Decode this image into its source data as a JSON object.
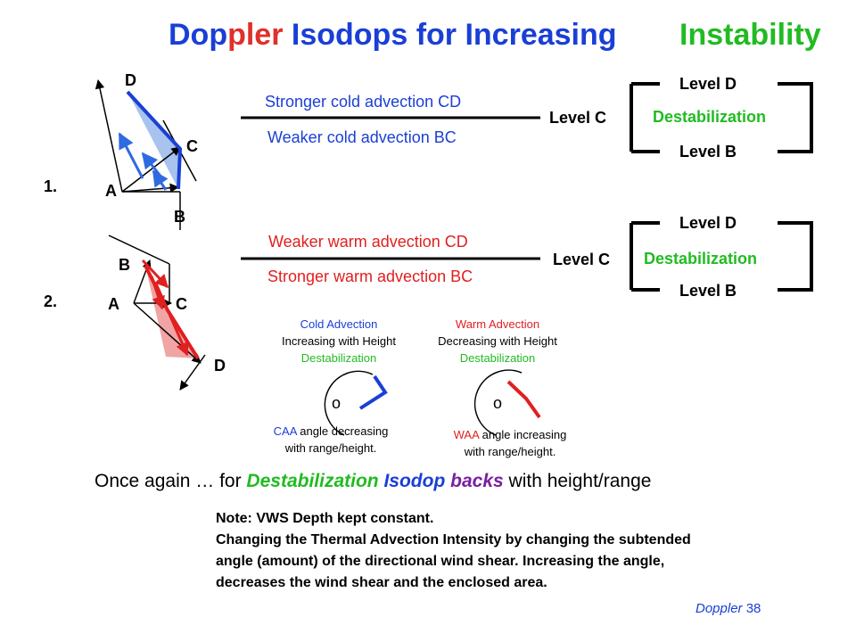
{
  "title": {
    "part1": "Dop",
    "part2": "pler",
    "part3": " Isodops",
    "part4": " for Increasing",
    "part5": "Instability",
    "colors": {
      "part1": "#1a3fd6",
      "part2": "#e0302a",
      "part3": "#1a3fd6",
      "part4": "#1a3fd6",
      "part5": "#22bb22"
    }
  },
  "case1": {
    "number": "1.",
    "labels": {
      "a": "A",
      "b": "B",
      "c": "C",
      "d": "D"
    },
    "upper_text": "Stronger cold advection CD",
    "lower_text": "Weaker cold advection BC",
    "level_c": "Level C",
    "level_d": "Level D",
    "level_b": "Level B",
    "result": "Destabilization",
    "color": "#1a3fd6"
  },
  "case2": {
    "number": "2.",
    "labels": {
      "a": "A",
      "b": "B",
      "c": "C",
      "d": "D"
    },
    "upper_text": "Weaker warm advection CD",
    "lower_text": "Stronger warm advection BC",
    "level_c": "Level C",
    "level_d": "Level D",
    "level_b": "Level B",
    "result": "Destabilization",
    "color": "#e02020"
  },
  "cold_panel": {
    "line1": "Cold Advection",
    "line2": "Increasing with Height",
    "line3": "Destabilization",
    "center": "o",
    "caption_colored": "CAA",
    "caption_rest": " angle decreasing",
    "caption_line2": "with range/height."
  },
  "warm_panel": {
    "line1": "Warm Advection",
    "line2": "Decreasing with Height",
    "line3": "Destabilization",
    "center": "o",
    "caption_colored": "WAA",
    "caption_rest": " angle increasing",
    "caption_line2": "with range/height."
  },
  "summary": {
    "prefix": "Once again … for ",
    "destab": "Destabilization",
    "isodop": " Isodop",
    "backs": " backs",
    "suffix": " with height/range"
  },
  "note": {
    "line1": "Note: VWS Depth kept constant.",
    "line2": "Changing the Thermal Advection Intensity by changing the subtended",
    "line3": "angle (amount) of the directional wind shear. Increasing the angle,",
    "line4": "decreases the wind shear and the enclosed area."
  },
  "footer": {
    "label": "Doppler",
    "page": " 38"
  }
}
